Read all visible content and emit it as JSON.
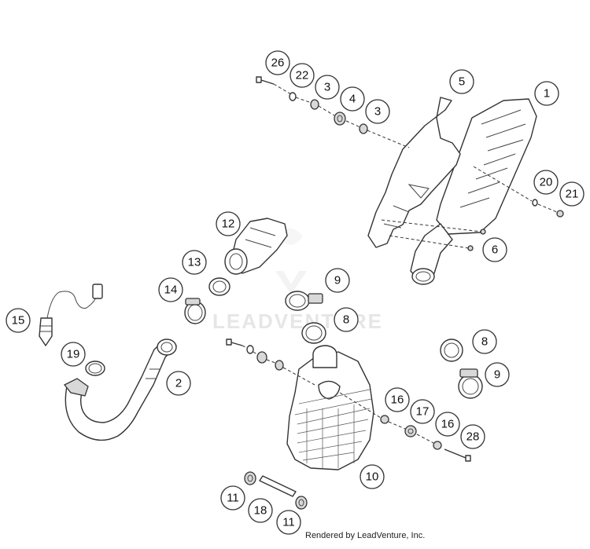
{
  "watermark": "LEADVENTURE",
  "credit": "Rendered by LeadVenture, Inc.",
  "callouts": [
    {
      "id": "c26",
      "label": "26"
    },
    {
      "id": "c22",
      "label": "22"
    },
    {
      "id": "c3a",
      "label": "3"
    },
    {
      "id": "c4",
      "label": "4"
    },
    {
      "id": "c3b",
      "label": "3"
    },
    {
      "id": "c5",
      "label": "5"
    },
    {
      "id": "c1",
      "label": "1"
    },
    {
      "id": "c20",
      "label": "20"
    },
    {
      "id": "c21",
      "label": "21"
    },
    {
      "id": "c6",
      "label": "6"
    },
    {
      "id": "c12",
      "label": "12"
    },
    {
      "id": "c13",
      "label": "13"
    },
    {
      "id": "c14",
      "label": "14"
    },
    {
      "id": "c9a",
      "label": "9"
    },
    {
      "id": "c8a",
      "label": "8"
    },
    {
      "id": "c15",
      "label": "15"
    },
    {
      "id": "c19",
      "label": "19"
    },
    {
      "id": "c2",
      "label": "2"
    },
    {
      "id": "c8b",
      "label": "8"
    },
    {
      "id": "c9b",
      "label": "9"
    },
    {
      "id": "c16a",
      "label": "16"
    },
    {
      "id": "c17",
      "label": "17"
    },
    {
      "id": "c16b",
      "label": "16"
    },
    {
      "id": "c28",
      "label": "28"
    },
    {
      "id": "c10",
      "label": "10"
    },
    {
      "id": "c11a",
      "label": "11"
    },
    {
      "id": "c18",
      "label": "18"
    },
    {
      "id": "c11b",
      "label": "11"
    }
  ]
}
